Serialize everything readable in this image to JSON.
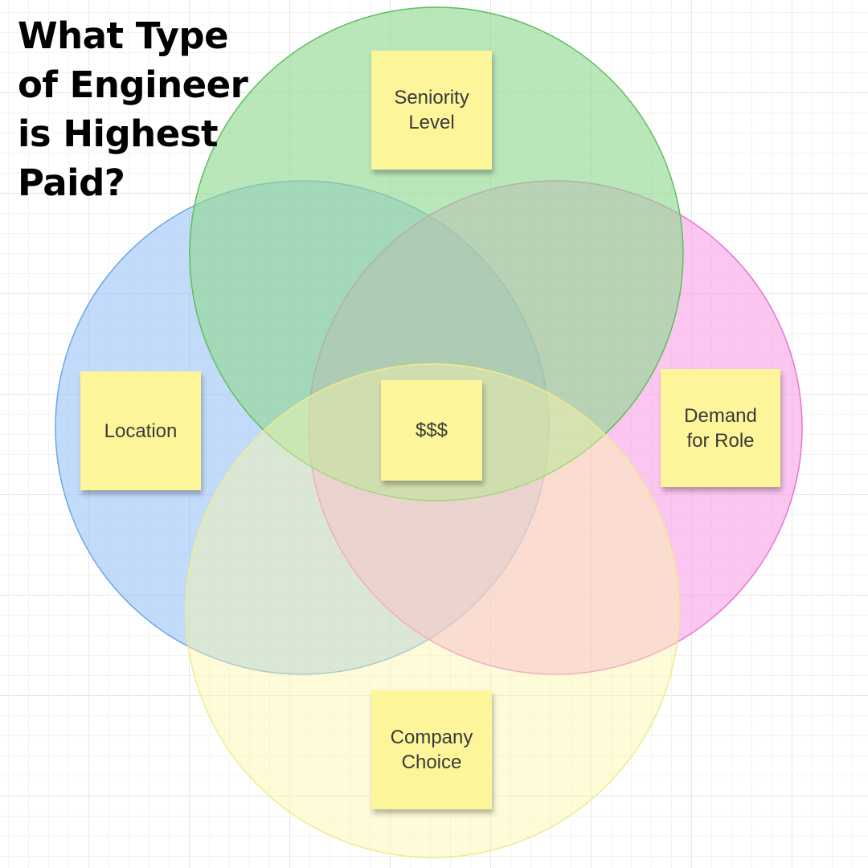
{
  "title": {
    "line1": "What Type",
    "line2": "of Engineer",
    "line3": "is Highest",
    "line4": "Paid?"
  },
  "circles": {
    "seniority": {
      "fill": "#8fd98f",
      "stroke": "#5cc05c"
    },
    "location": {
      "fill": "#8fbef5",
      "stroke": "#6aa8e8"
    },
    "demand": {
      "fill": "#f797e4",
      "stroke": "#e874d3"
    },
    "company": {
      "fill": "#fbf7a8",
      "stroke": "#f0eb8c"
    }
  },
  "notes": {
    "seniority": {
      "line1": "Seniority",
      "line2": "Level"
    },
    "location": {
      "line1": "Location"
    },
    "center": {
      "line1": "$$$"
    },
    "demand": {
      "line1": "Demand",
      "line2": "for Role"
    },
    "company": {
      "line1": "Company",
      "line2": "Choice"
    }
  }
}
